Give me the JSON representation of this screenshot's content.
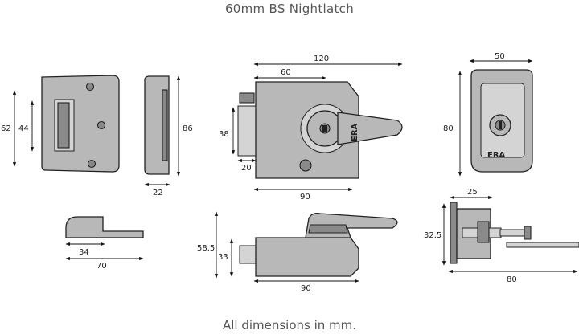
{
  "title": "60mm BS Nightlatch",
  "footer": "All dimensions in mm.",
  "brand": "ERA",
  "dimensions": {
    "front_height_62": "62",
    "front_slot_44": "44",
    "side_height_86": "86",
    "side_depth_22": "22",
    "main_width_120": "120",
    "main_width_60": "60",
    "main_height_38": "38",
    "main_bolt_20": "20",
    "main_body_90": "90",
    "staple_34": "34",
    "staple_70": "70",
    "back_width_50": "50",
    "back_height_80": "80",
    "bottom_height_58_5": "58.5",
    "bottom_height_33": "33",
    "bottom_body_90": "90",
    "cyl_depth_25": "25",
    "cyl_height_32_5": "32.5",
    "cyl_length_80": "80"
  }
}
